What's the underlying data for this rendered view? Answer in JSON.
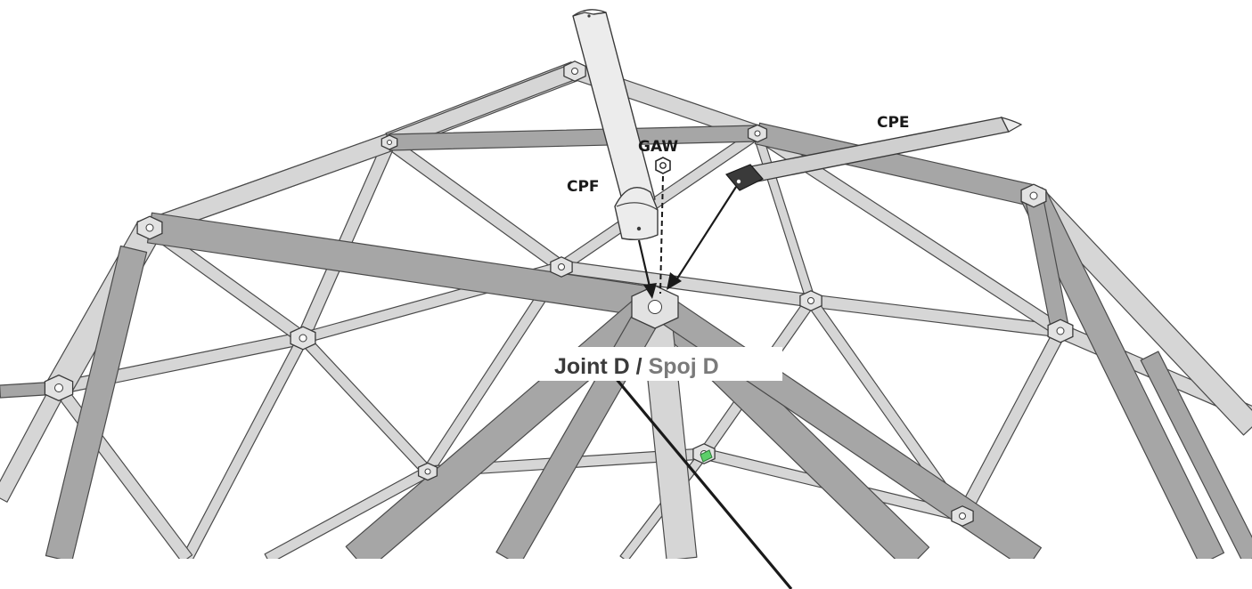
{
  "labels": {
    "part_cpf": "CPF",
    "part_gaw": "GAW",
    "part_cpe": "CPE",
    "joint_main": "Joint D / ",
    "joint_alt": "Spoj D"
  },
  "colors": {
    "strut_dark": "#a6a6a6",
    "strut_light": "#d6d6d6",
    "part_fill": "#ececec",
    "outline": "#4a4a4a",
    "highlight": "#5ccf6a"
  }
}
